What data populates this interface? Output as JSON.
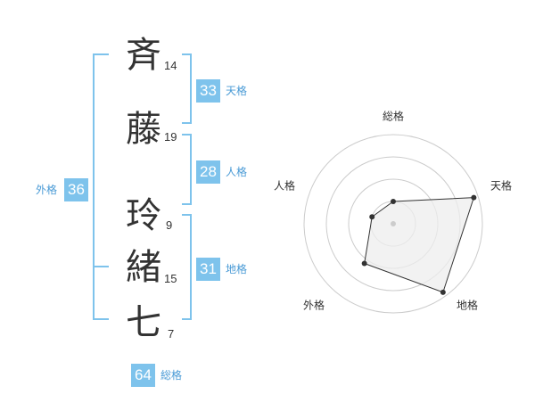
{
  "name_chars": [
    {
      "char": "斉",
      "strokes": "14"
    },
    {
      "char": "藤",
      "strokes": "19"
    },
    {
      "char": "玲",
      "strokes": "9"
    },
    {
      "char": "緒",
      "strokes": "15"
    },
    {
      "char": "七",
      "strokes": "7"
    }
  ],
  "fortune": {
    "tenkaku": {
      "label": "天格",
      "value": "33"
    },
    "jinkaku": {
      "label": "人格",
      "value": "28"
    },
    "chikaku": {
      "label": "地格",
      "value": "31"
    },
    "gaikaku": {
      "label": "外格",
      "value": "36"
    },
    "soukaku": {
      "label": "総格",
      "value": "64"
    }
  },
  "colors": {
    "accent": "#7ec3ec",
    "label": "#4a9bd6",
    "grid": "#cccccc",
    "fill": "#eeeeee"
  },
  "chart_data": {
    "type": "radar",
    "axes": [
      "総格",
      "天格",
      "地格",
      "外格",
      "人格"
    ],
    "rings": 4,
    "values": [
      0.25,
      0.95,
      0.95,
      0.55,
      0.25
    ]
  }
}
